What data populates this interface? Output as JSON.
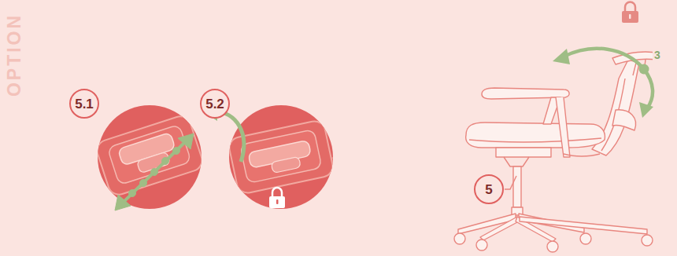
{
  "diagram": {
    "nodes": [
      {
        "text": [
          "5.1"
        ]
      },
      {
        "text": [
          "5.2"
        ]
      },
      {
        "text": [
          "5"
        ]
      }
    ],
    "labels": [
      "OPTION",
      "3"
    ]
  }
}
